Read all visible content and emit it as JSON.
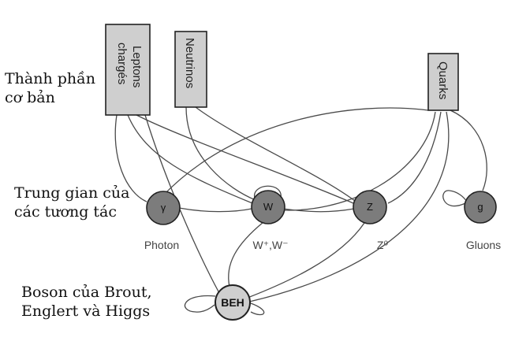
{
  "row_labels": {
    "fundamental": "Thành phần\ncơ bản",
    "mediators": "Trung gian của\ncác tương tác",
    "beh_boson": "Boson của Brout,\nEnglert và Higgs"
  },
  "particles": {
    "leptons_line1": "Leptons",
    "leptons_line2": "chargés",
    "neutrinos": "Neutrinos",
    "quarks": "Quarks"
  },
  "bosons": {
    "photon_symbol": "γ",
    "w_symbol": "W",
    "z_symbol": "Z",
    "gluon_symbol": "g",
    "beh_symbol": "BEH"
  },
  "captions": {
    "photon": "Photon",
    "w": "W⁺,W⁻",
    "z": "Z⁰",
    "gluons": "Gluons"
  }
}
